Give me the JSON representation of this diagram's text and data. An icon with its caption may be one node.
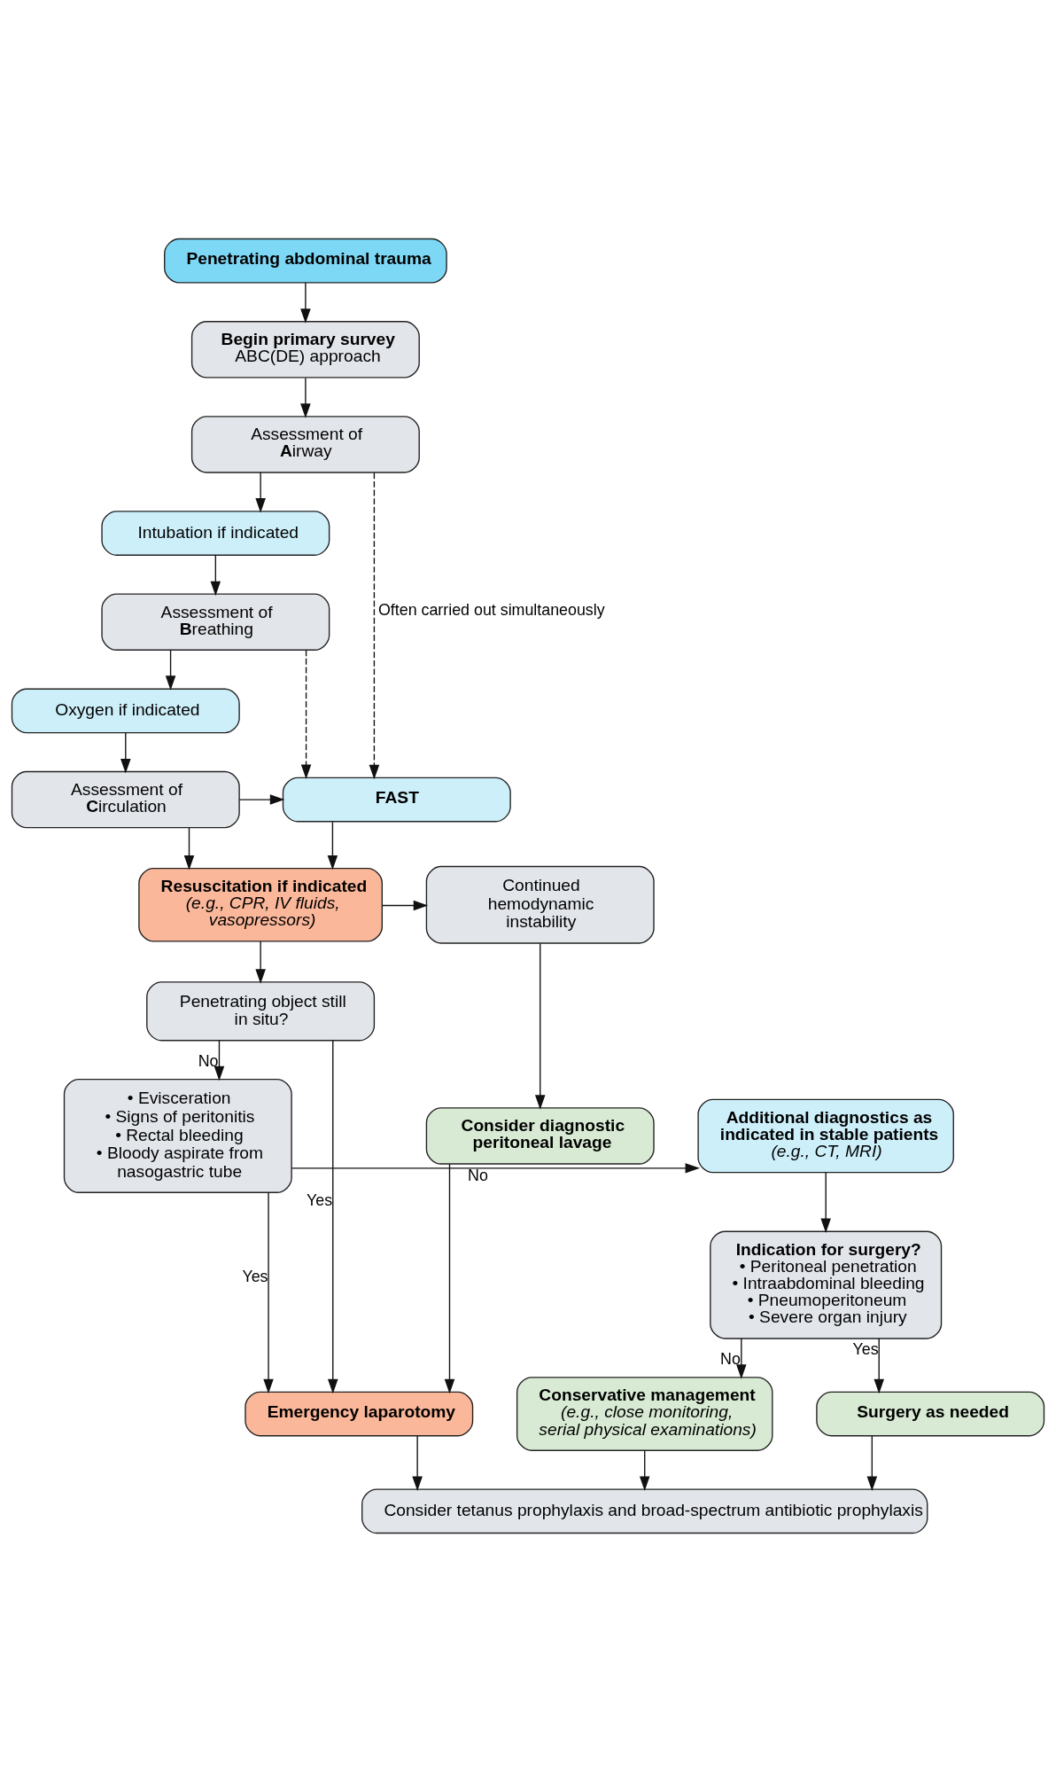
{
  "diagram": {
    "nodes": [
      {
        "text": [
          "Penetrating abdominal trauma"
        ]
      },
      {
        "text": [
          "Begin primary survey",
          "ABC(DE) approach"
        ]
      },
      {
        "text": [
          "Assessment of **A**irway"
        ]
      },
      {
        "text": [
          "Intubation if indicated"
        ]
      },
      {
        "text": [
          "Assessment of **B**reathing"
        ]
      },
      {
        "text": [
          "Oxygen if indicated"
        ]
      },
      {
        "text": [
          "Assessment of **C**irculation"
        ]
      },
      {
        "text": [
          "FAST"
        ]
      },
      {
        "text": [
          "Resuscitation if indicated",
          "(e.g., CPR, IV fluids, vasopressors)"
        ]
      },
      {
        "text": [
          "Continued hemodynamic instability"
        ]
      },
      {
        "text": [
          "Consider diagnostic peritoneal lavage"
        ]
      },
      {
        "text": [
          "Penetrating object still in situ?"
        ]
      },
      {
        "text": [
          "• Evisceration",
          "• Signs of peritonitis",
          "• Rectal bleeding",
          "• Bloody aspirate from nasogastric tube"
        ]
      },
      {
        "text": [
          "Additional diagnostics as indicated in stable patients",
          "(e.g., CT, MRI)"
        ]
      },
      {
        "text": [
          "Indication for surgery?",
          "• Peritoneal penetration",
          "• Intraabdominal bleeding",
          "• Pneumoperitoneum",
          "• Severe organ injury"
        ]
      },
      {
        "text": [
          "Emergency laparotomy"
        ]
      },
      {
        "text": [
          "Surgery as needed"
        ]
      },
      {
        "text": [
          "Conservative management",
          "(e.g., close monitoring, serial physical examinations)"
        ]
      },
      {
        "text": [
          "Consider tetanus prophylaxis and broad-spectrum antibiotic prophylaxis"
        ]
      }
    ],
    "edges": [
      {
        "from": 0,
        "to": 1,
        "arrow": "to"
      },
      {
        "from": 1,
        "to": 2,
        "arrow": "to"
      },
      {
        "from": 2,
        "to": 3,
        "arrow": "to"
      },
      {
        "from": 3,
        "to": 4,
        "arrow": "to"
      },
      {
        "from": 4,
        "to": 5,
        "arrow": "to"
      },
      {
        "from": 5,
        "to": 6,
        "arrow": "to"
      },
      {
        "from": 6,
        "to": 7,
        "arrow": "to"
      },
      {
        "from": 6,
        "to": 8,
        "arrow": "to"
      },
      {
        "from": 7,
        "to": 8,
        "arrow": "to"
      },
      {
        "from": 8,
        "to": 9,
        "arrow": "to"
      },
      {
        "from": 9,
        "to": 10,
        "arrow": "to"
      },
      {
        "from": 8,
        "to": 11,
        "arrow": "to"
      },
      {
        "from": 11,
        "to": 15,
        "arrow": "to",
        "label": "Yes"
      },
      {
        "from": 10,
        "to": 15,
        "arrow": "to"
      },
      {
        "from": 11,
        "to": 12,
        "arrow": "to",
        "label": "No"
      },
      {
        "from": 12,
        "to": 15,
        "arrow": "to",
        "label": "Yes"
      },
      {
        "from": 12,
        "to": 13,
        "arrow": "to",
        "label": "No"
      },
      {
        "from": 13,
        "to": 14,
        "arrow": "to"
      },
      {
        "from": 14,
        "to": 16,
        "arrow": "to",
        "label": "Yes"
      },
      {
        "from": 14,
        "to": 17,
        "arrow": "to",
        "label": "No"
      },
      {
        "from": 15,
        "to": 18,
        "arrow": "to"
      },
      {
        "from": 16,
        "to": 18,
        "arrow": "to"
      },
      {
        "from": 17,
        "to": 18,
        "arrow": "to"
      },
      {
        "from": 2,
        "to": 7,
        "arrow": "to",
        "style": "dashed",
        "label": "Often carried out simultaneously"
      },
      {
        "from": 4,
        "to": 7,
        "arrow": "to",
        "style": "dashed"
      }
    ]
  }
}
